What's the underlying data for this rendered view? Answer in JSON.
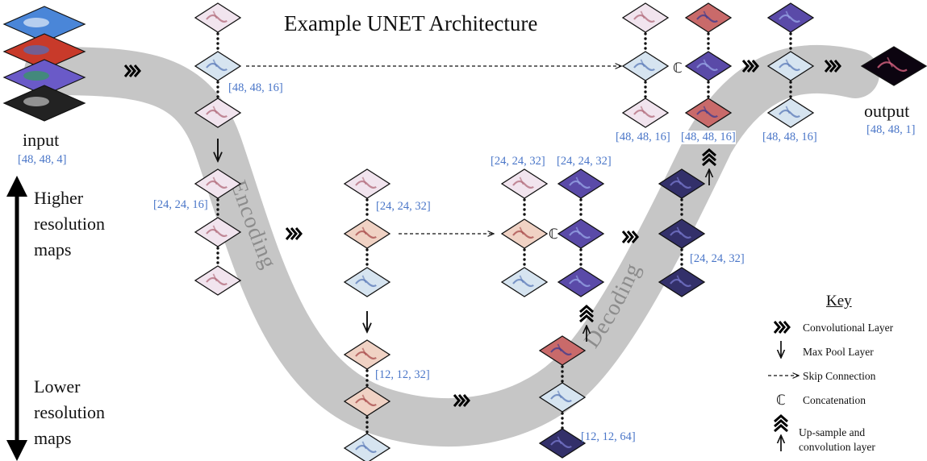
{
  "title": "Example UNET Architecture",
  "input": {
    "label": "input",
    "shape": "[48, 48, 4]"
  },
  "output": {
    "label": "output",
    "shape": "[48, 48, 1]"
  },
  "band_labels": {
    "encoding": "Encoding",
    "decoding": "Decoding"
  },
  "resolution_axis": {
    "high": "Higher\nresolution\nmaps",
    "low": "Lower\nresolution\nmaps"
  },
  "shapes": {
    "enc1": "[48, 48, 16]",
    "enc2": "[24, 24, 16]",
    "enc3": "[24, 24, 32]",
    "enc4": "[12, 12, 32]",
    "bottleneck": "[12, 12, 64]",
    "dec2_skip": "[24, 24, 32]",
    "dec2_up": "[24, 24, 32]",
    "dec2_conv": "[24, 24, 32]",
    "dec1_skip": "[48, 48, 16]",
    "dec1_up": "[48, 48, 16]",
    "dec1_conv": "[48, 48, 16]"
  },
  "concat_symbol": "ℂ",
  "key": {
    "title": "Key",
    "conv": "Convolutional Layer",
    "maxpool": "Max Pool Layer",
    "skip": "Skip Connection",
    "concat": "Concatenation",
    "upsample": "Up-sample and\nconvolution layer"
  },
  "colors": {
    "band": "#c6c6c6",
    "shape_label": "#4a76c8",
    "pale": "#f1e4ee",
    "peach": "#f0d2c4",
    "ice": "#d6e4f0",
    "purple": "#5a4aa8",
    "navy": "#33306a",
    "dark_red": "#7a2a3a",
    "output_bg": "#0c0410",
    "output_spot": "#e86a8a"
  }
}
